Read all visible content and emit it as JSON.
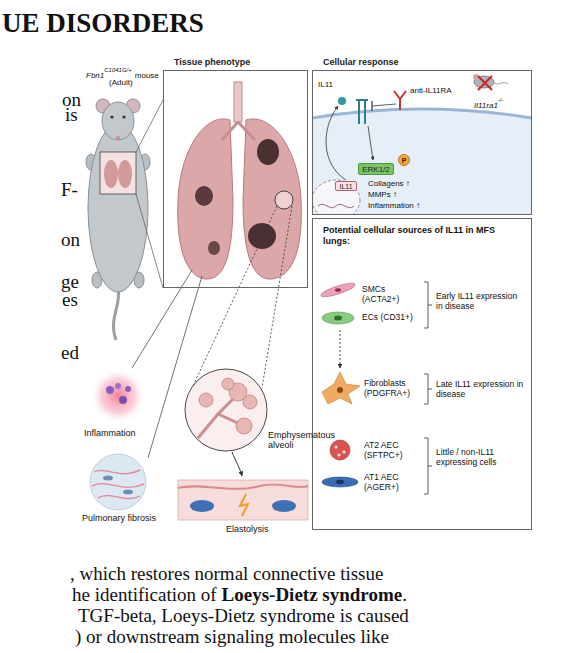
{
  "diagram": {
    "title": "UE DISORDERS",
    "nodes": [
      {
        "text": [
          "Tissue phenotype"
        ]
      },
      {
        "text": [
          "Cellular response"
        ]
      },
      {
        "text": [
          "ERK1/2"
        ],
        "in": 1
      },
      {
        "text": [
          "P"
        ],
        "in": 1
      },
      {
        "text": [
          "IL11"
        ],
        "in": 1
      },
      {
        "text": [
          "Potential cellular sources of IL11 in MFS lungs:"
        ]
      }
    ],
    "labels": [
      "on",
      "is",
      "F-",
      "on",
      "ge",
      "es",
      "ed",
      "Fbn1",
      "C1041G/+",
      "mouse",
      "(Adult)",
      "Inflammation",
      "Pulmonary fibrosis",
      "Emphysematous alveoli",
      "Elastolysis",
      "IL11",
      "anti-IL11RA",
      "Il11ra1",
      "-/-",
      "Collagens ↑",
      "MMPs ↑",
      "Inflammation ↑",
      "SMCs (ACTA2+)",
      "ECs (CD31+)",
      "Early IL11 expression in disease",
      "Fibroblasts (PDGFRA+)",
      "Late IL11 expression in disease",
      "AT2 AEC (SFTPC+)",
      "AT1 AEC (AGER+)",
      "Little / non-IL11 expressing cells",
      ", which restores normal connective tissue",
      "he identification of",
      "Loeys-Dietz syndrome",
      ".",
      "TGF-beta, Loeys-Dietz syndrome is caused",
      ") or downstream signaling molecules like"
    ]
  }
}
